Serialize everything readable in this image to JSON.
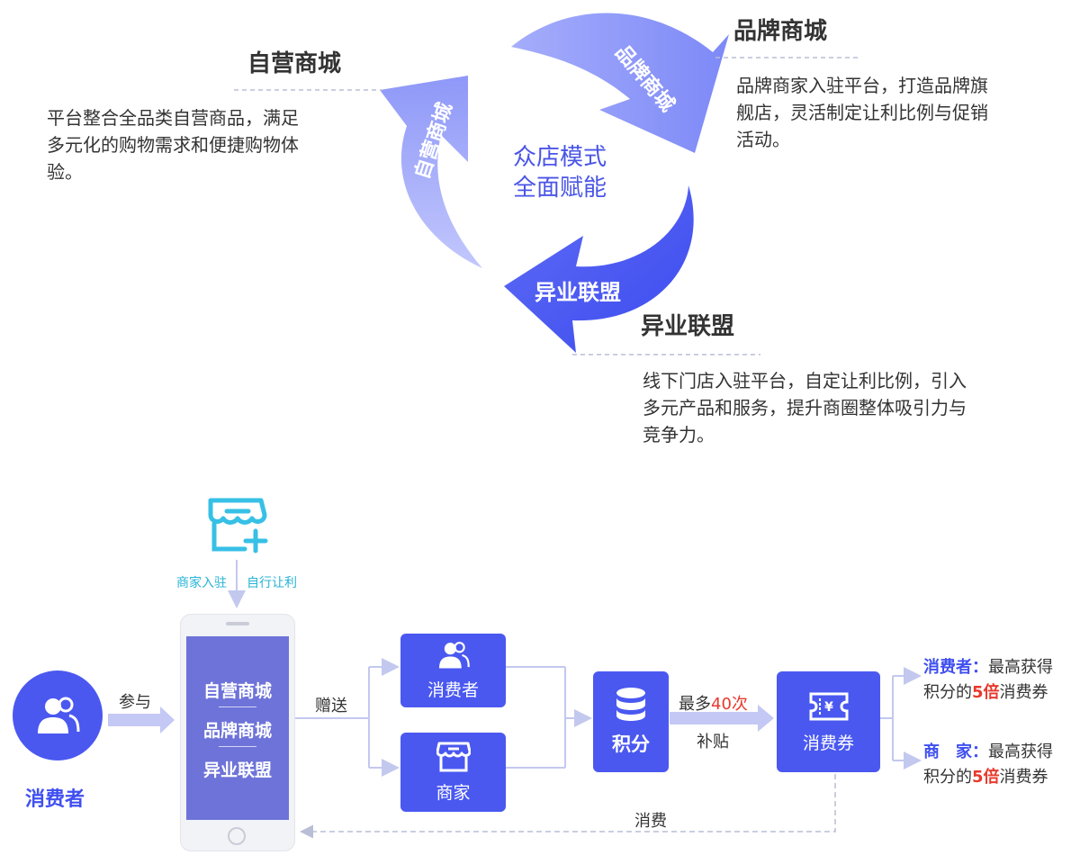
{
  "top": {
    "center": [
      "众店模式",
      "全面赋能"
    ],
    "arcs": {
      "self": "自营商城",
      "brand": "品牌商城",
      "alliance": "异业联盟"
    },
    "sections": [
      {
        "key": "self",
        "title": "自营商城",
        "desc": [
          "平台整合全品类自营商品，满足",
          "多元化的购物需求和便捷购物体",
          "验。"
        ]
      },
      {
        "key": "brand",
        "title": "品牌商城",
        "desc": [
          "品牌商家入驻平台，打造品牌旗",
          "舰店，灵活制定让利比例与促销",
          "活动。"
        ]
      },
      {
        "key": "alliance",
        "title": "异业联盟",
        "desc": [
          "线下门店入驻平台，自定让利比例，引入",
          "多元产品和服务，提升商圈整体吸引力与",
          "竞争力。"
        ]
      }
    ]
  },
  "flow": {
    "merchant_join": "商家入驻",
    "self_discount": "自行让利",
    "consumer_label": "消费者",
    "participate": "参与",
    "phone_items": [
      "自营商城",
      "品牌商城",
      "异业联盟"
    ],
    "gift": "赠送",
    "box_consumer": "消费者",
    "box_merchant": "商家",
    "points": "积分",
    "max_prefix": "最多",
    "max_times": "40次",
    "subsidy": "补贴",
    "voucher": "消费券",
    "consume": "消费",
    "result_consumer": {
      "role": "消费者",
      "colon": "：",
      "line1_rest": "最高获得",
      "line2_pre": "积分的",
      "mult": "5倍",
      "line2_post": "消费券"
    },
    "result_merchant": {
      "role": "商　家",
      "colon": "：",
      "line1_rest": "最高获得",
      "line2_pre": "积分的",
      "mult": "5倍",
      "line2_post": "消费券"
    }
  },
  "colors": {
    "primary": "#4a58f0",
    "light_arc": "#a6aefb",
    "mid_arc": "#8f9bfa",
    "dark_arc": "#4756f2",
    "red": "#e8392d",
    "cyan": "#27b3d6"
  }
}
